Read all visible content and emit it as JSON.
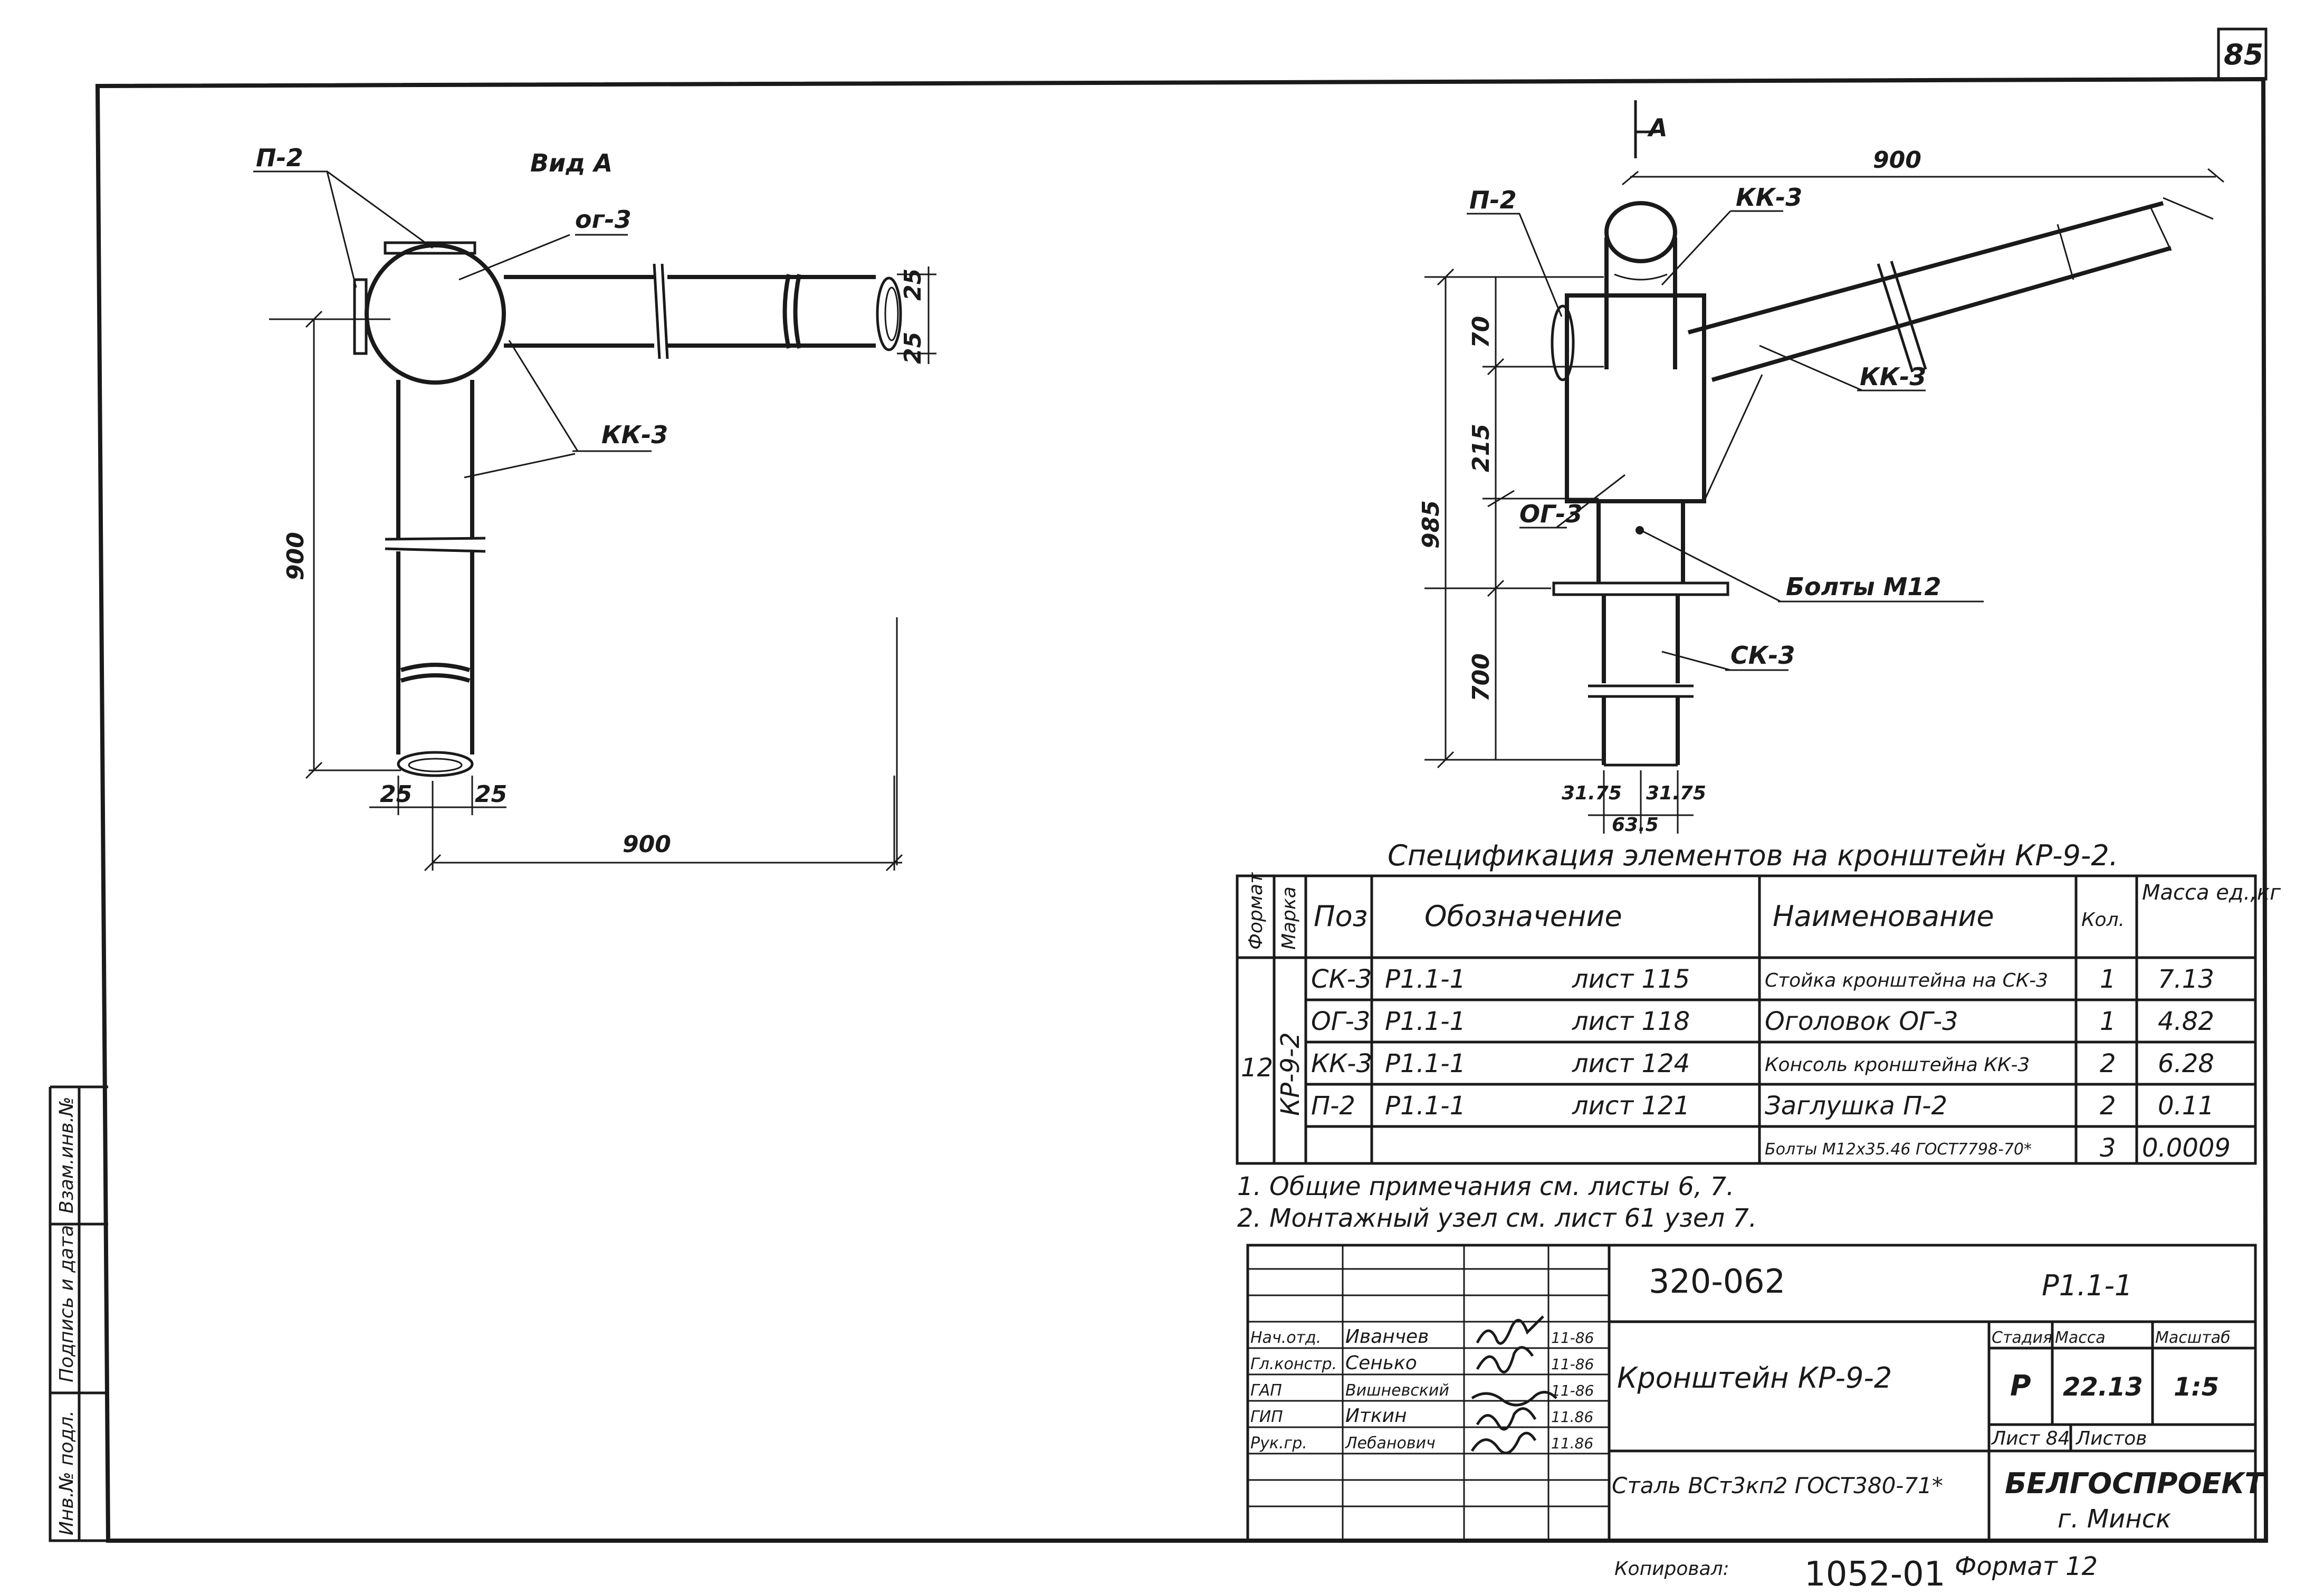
{
  "sheet_number": "85",
  "left_view": {
    "title": "Вид А",
    "labels": {
      "p2": "П-2",
      "og3": "ог-3",
      "kk3": "КК-3"
    },
    "dims": {
      "d900_v": "900",
      "d900_h": "900",
      "d25_l": "25",
      "d25_r": "25",
      "d25_a": "25",
      "d25_b": "25"
    }
  },
  "right_view": {
    "section": "А",
    "labels": {
      "p2": "П-2",
      "kk3_top": "КК-3",
      "kk3_arm": "КК-3",
      "og3": "ОГ-3",
      "bolts": "Болты М12",
      "sk3": "СК-3"
    },
    "dims": {
      "d900": "900",
      "d70": "70",
      "d215": "215",
      "d985": "985",
      "d700": "700",
      "d3175a": "31.75",
      "d3175b": "31.75",
      "d635": "63.5"
    }
  },
  "spec": {
    "title": "Спецификация элементов на кронштейн КР-9-2.",
    "headers": {
      "format": "Формат",
      "mark": "Марка",
      "pos": "Поз",
      "designation": "Обозначение",
      "name": "Наименование",
      "qty": "Кол.",
      "mass": "Масса ед.,кг"
    },
    "format_value": "12",
    "mark_value": "КР-9-2",
    "rows": [
      {
        "pos": "СК-3",
        "doc": "Р1.1-1",
        "sheet": "лист 115",
        "name": "Стойка кронштейна на СК-3",
        "qty": "1",
        "mass": "7.13"
      },
      {
        "pos": "ОГ-3",
        "doc": "Р1.1-1",
        "sheet": "лист 118",
        "name": "Оголовок ОГ-3",
        "qty": "1",
        "mass": "4.82"
      },
      {
        "pos": "КК-3",
        "doc": "Р1.1-1",
        "sheet": "лист 124",
        "name": "Консоль кронштейна КК-3",
        "qty": "2",
        "mass": "6.28"
      },
      {
        "pos": "П-2",
        "doc": "Р1.1-1",
        "sheet": "лист 121",
        "name": "Заглушка П-2",
        "qty": "2",
        "mass": "0.11"
      },
      {
        "pos": "",
        "doc": "",
        "sheet": "",
        "name": "Болты М12х35.46 ГОСТ7798-70*",
        "qty": "3",
        "mass": "0.0009"
      }
    ]
  },
  "notes": [
    "1. Общие примечания см. листы 6, 7.",
    "2. Монтажный узел см. лист 61 узел 7."
  ],
  "title_block": {
    "doc_code": "320-062",
    "series": "Р1.1-1",
    "item_name": "Кронштейн КР-9-2",
    "material": "Сталь ВСт3кп2 ГОСТ380-71*",
    "stage_label": "Стадия",
    "mass_label": "Масса",
    "scale_label": "Масштаб",
    "stage": "Р",
    "mass": "22.13",
    "scale": "1:5",
    "sheet_label": "Лист 84",
    "sheets_label": "Листов",
    "org": "БЕЛГОСПРОЕКТ",
    "city": "г. Минск",
    "staff": [
      {
        "role": "Нач.отд.",
        "name": "Иванчев",
        "date": "11-86"
      },
      {
        "role": "Гл.констр.",
        "name": "Сенько",
        "date": "11-86"
      },
      {
        "role": "ГАП",
        "name": "Вишневский",
        "date": "11-86"
      },
      {
        "role": "ГИП",
        "name": "Иткин",
        "date": "11.86"
      },
      {
        "role": "Рук.гр.",
        "name": "Лебанович",
        "date": "11.86"
      }
    ]
  },
  "side_stamp": [
    "Инв.№ подл.",
    "Подпись и дата",
    "Взам.инв.№"
  ],
  "footer": {
    "copied": "Копировал:",
    "number": "1052-01",
    "format": "Формат 12"
  }
}
